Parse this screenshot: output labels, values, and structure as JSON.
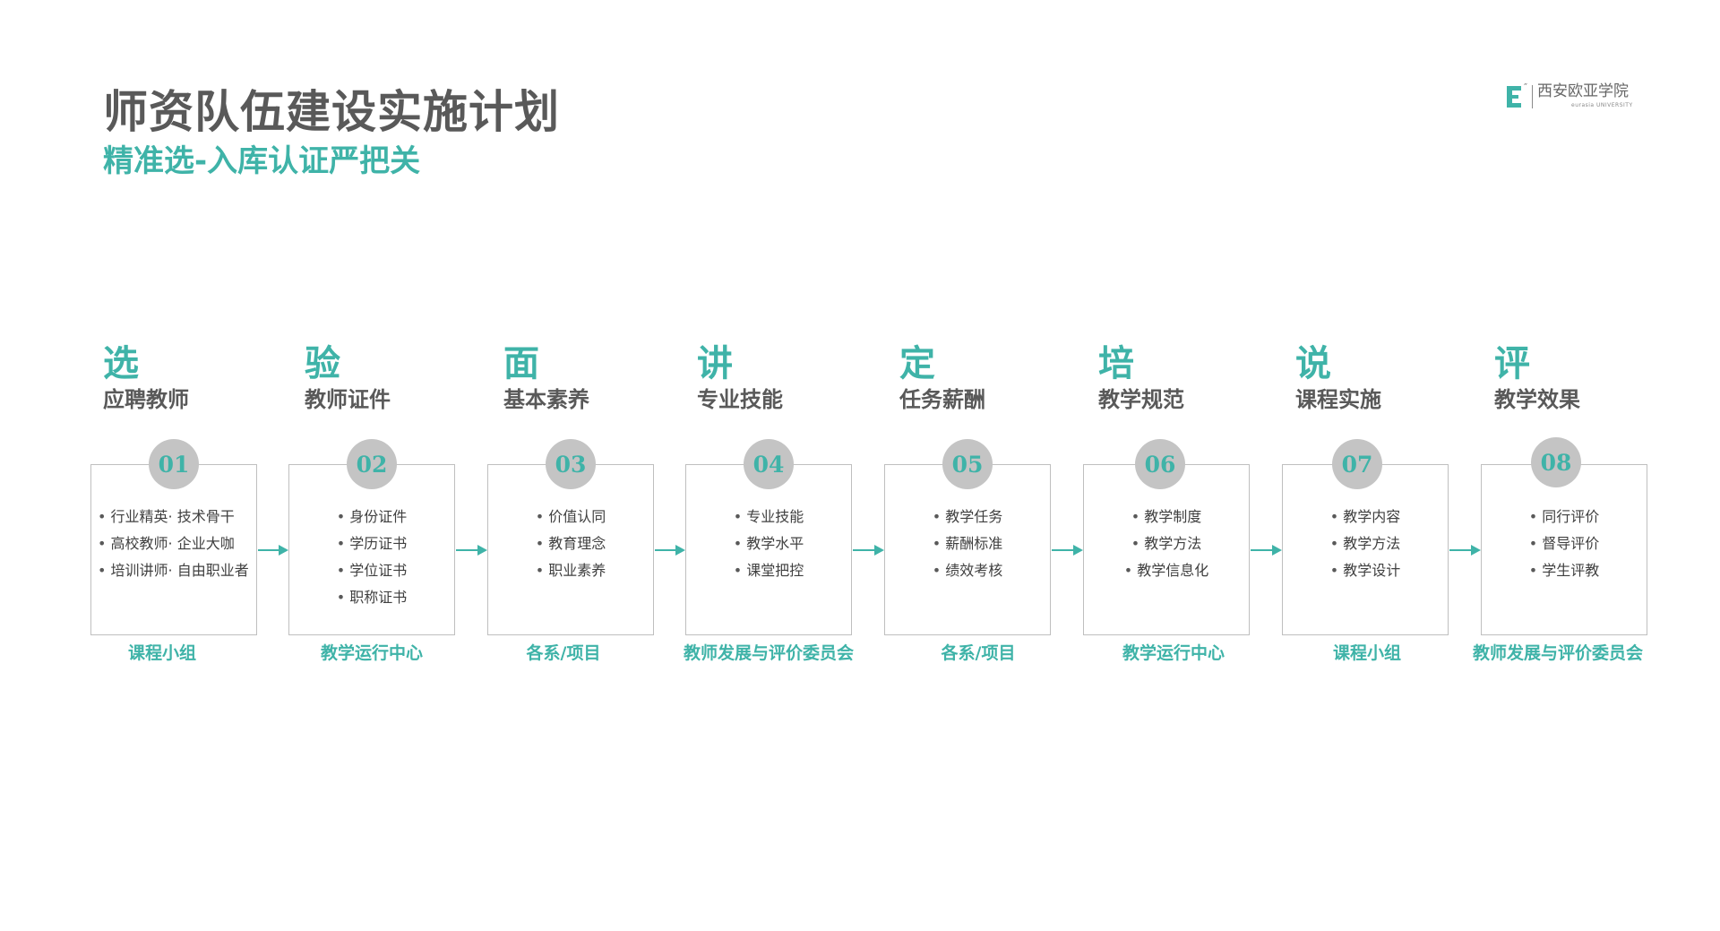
{
  "header": {
    "title": "师资队伍建设实施计划",
    "subtitle": "精准选-入库认证严把关"
  },
  "logo": {
    "quote": "″",
    "name_cn": "西安欧亚学院",
    "name_en": "eurasia UNIVERSITY"
  },
  "colors": {
    "accent": "#3fb3a8",
    "title": "#595959",
    "circle": "#c4c4c4"
  },
  "steps": [
    {
      "char": "选",
      "label": "应聘教师",
      "number": "01",
      "items": [
        "行业精英· 技术骨干",
        "高校教师· 企业大咖",
        "培训讲师· 自由职业者"
      ],
      "owner": "课程小组"
    },
    {
      "char": "验",
      "label": "教师证件",
      "number": "02",
      "items": [
        "身份证件",
        "学历证书",
        "学位证书",
        "职称证书"
      ],
      "owner": "教学运行中心"
    },
    {
      "char": "面",
      "label": "基本素养",
      "number": "03",
      "items": [
        "价值认同",
        "教育理念",
        "职业素养"
      ],
      "owner": "各系/项目"
    },
    {
      "char": "讲",
      "label": "专业技能",
      "number": "04",
      "items": [
        "专业技能",
        "教学水平",
        "课堂把控"
      ],
      "owner": "教师发展与评价委员会"
    },
    {
      "char": "定",
      "label": "任务薪酬",
      "number": "05",
      "items": [
        "教学任务",
        "薪酬标准",
        "绩效考核"
      ],
      "owner": "各系/项目"
    },
    {
      "char": "培",
      "label": "教学规范",
      "number": "06",
      "items": [
        "教学制度",
        "教学方法",
        "教学信息化"
      ],
      "owner": "教学运行中心"
    },
    {
      "char": "说",
      "label": "课程实施",
      "number": "07",
      "items": [
        "教学内容",
        "教学方法",
        "教学设计"
      ],
      "owner": "课程小组"
    },
    {
      "char": "评",
      "label": "教学效果",
      "number": "08",
      "items": [
        "同行评价",
        "督导评价",
        "学生评教"
      ],
      "owner": "教师发展与评价委员会"
    }
  ]
}
